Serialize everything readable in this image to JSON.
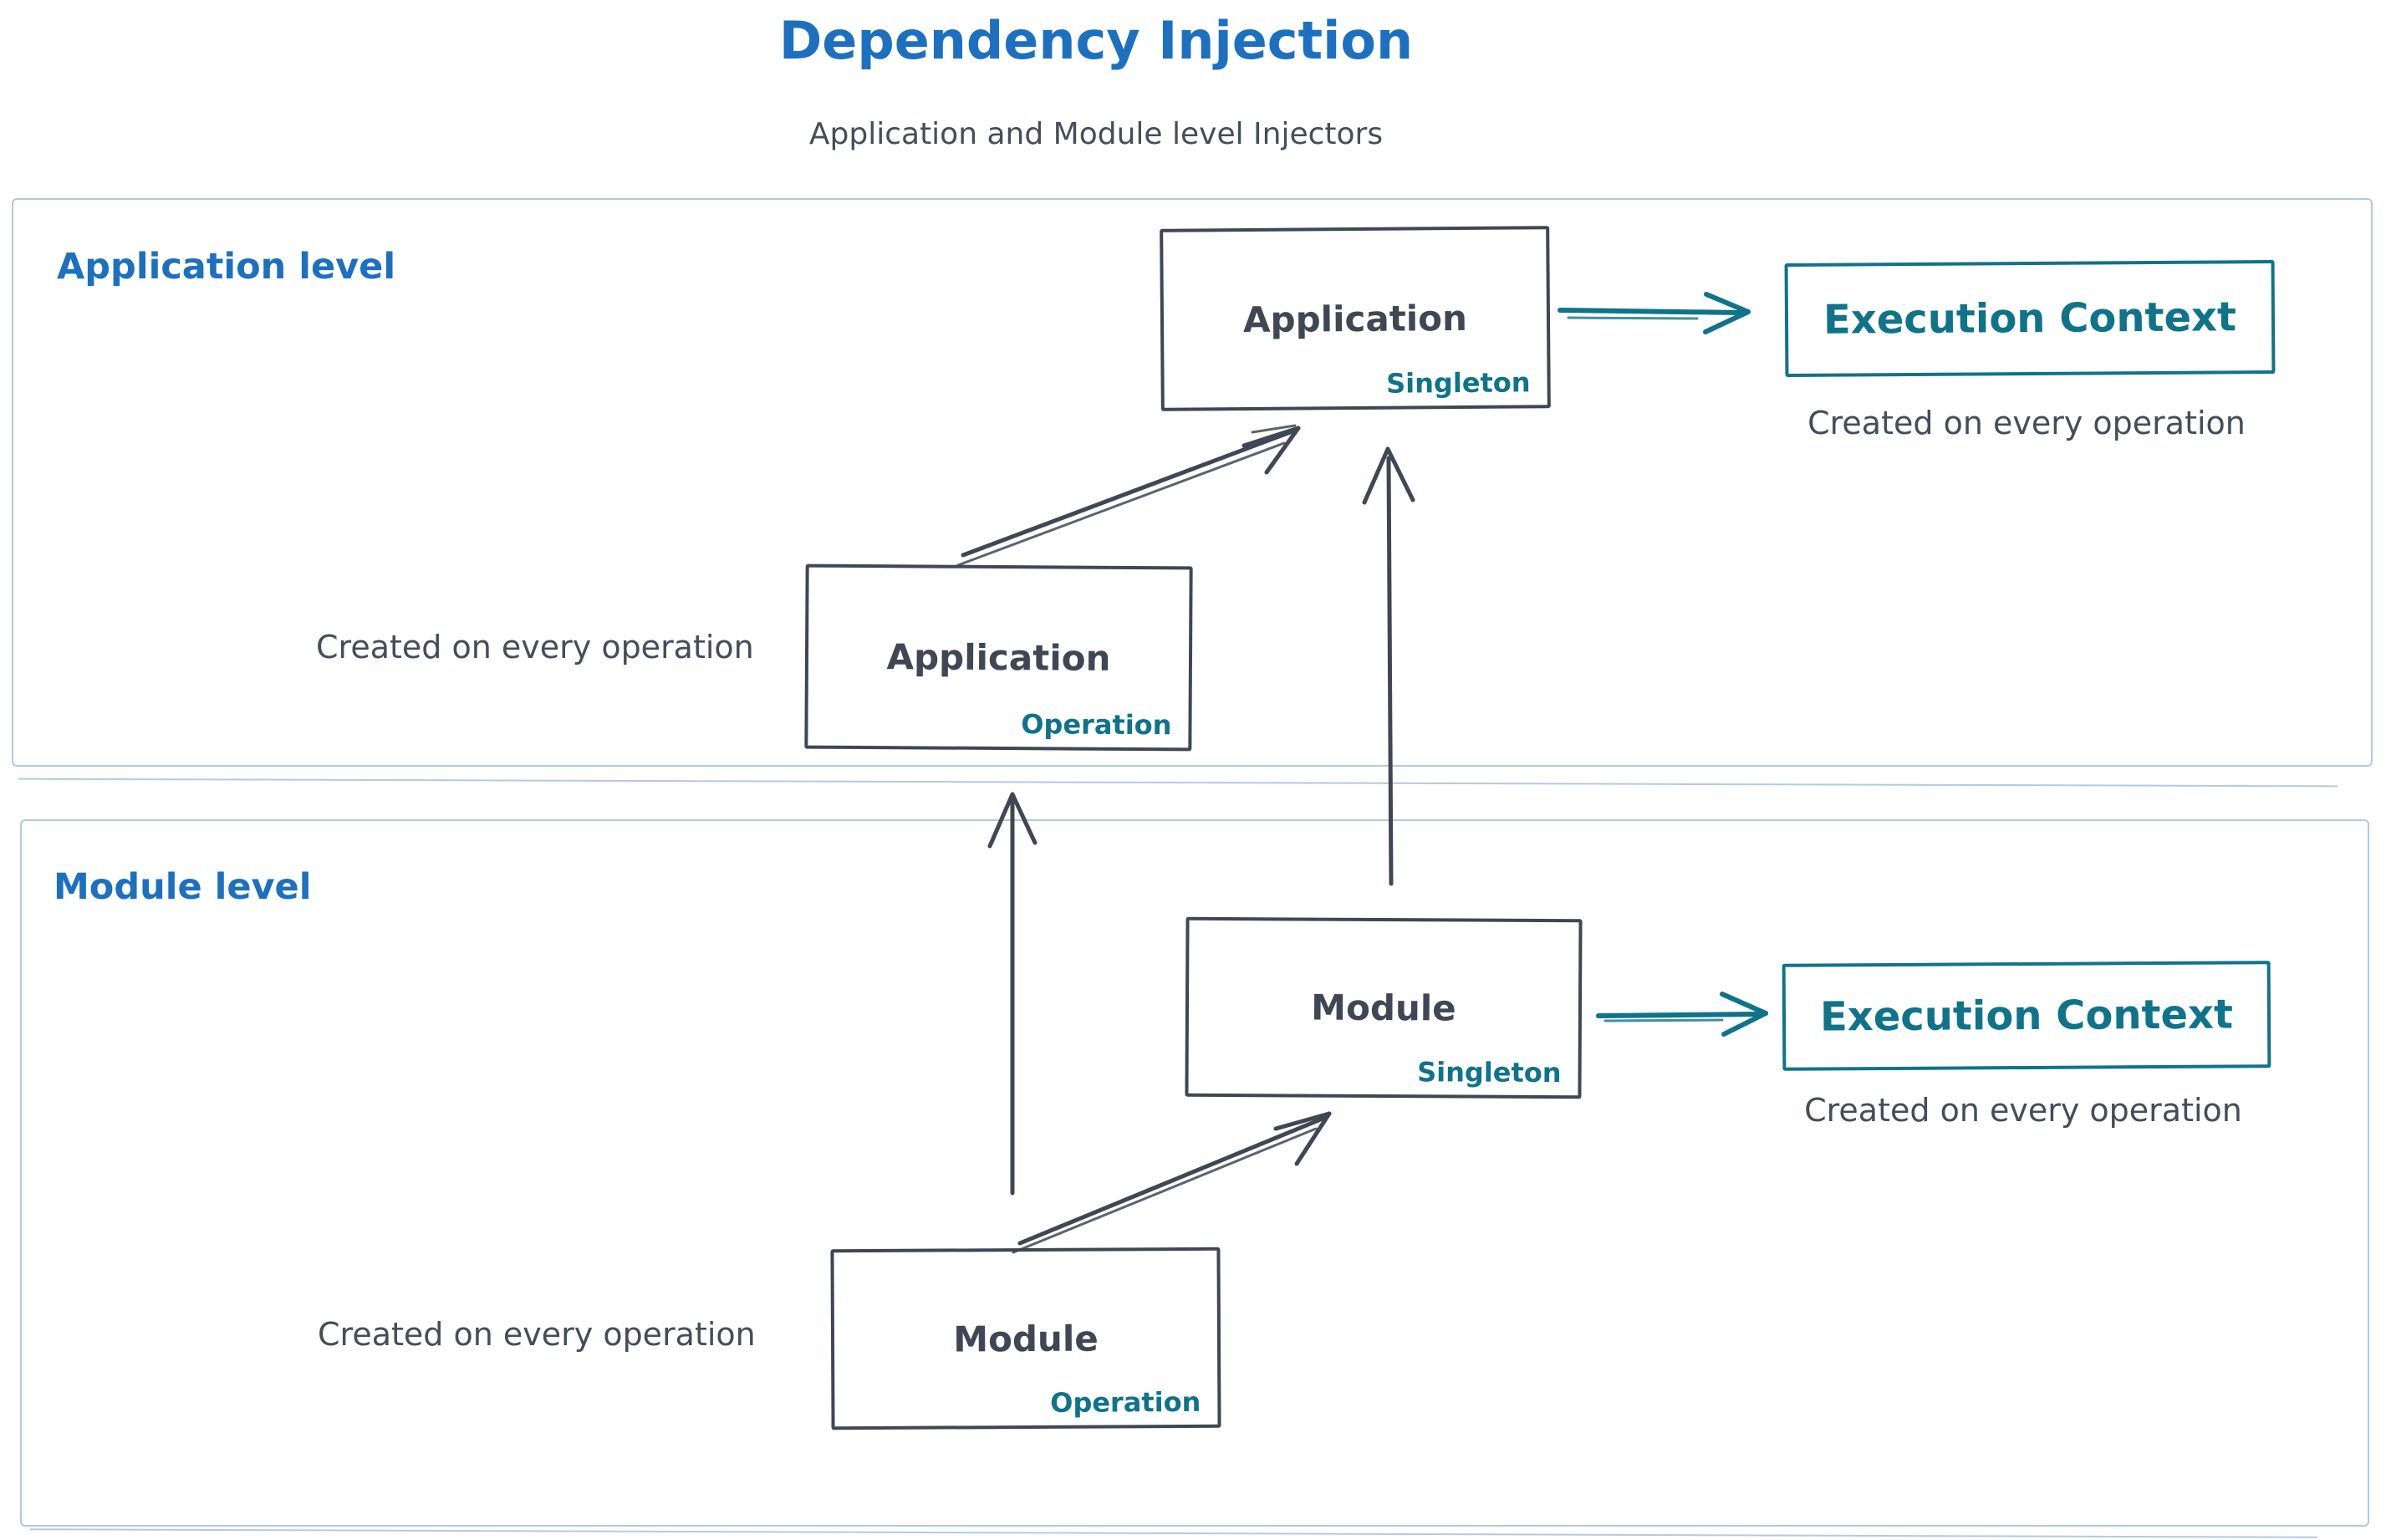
{
  "title": "Dependency Injection",
  "subtitle": "Application and Module level Injectors",
  "colors": {
    "title-blue": "#1c70bf",
    "stroke-dark": "#3f4754",
    "text-dark": "#454d59",
    "accent-teal": "#0f7389",
    "container-blue": "#b3c9e4"
  },
  "sections": [
    {
      "label": "Application level",
      "singleton_box": {
        "name": "Application",
        "scope": "Singleton"
      },
      "operation_box": {
        "name": "Application",
        "scope": "Operation"
      },
      "operation_caption": "Created on every operation",
      "execution_context": {
        "label": "Execution Context",
        "caption": "Created on every operation"
      }
    },
    {
      "label": "Module level",
      "singleton_box": {
        "name": "Module",
        "scope": "Singleton"
      },
      "operation_box": {
        "name": "Module",
        "scope": "Operation"
      },
      "operation_caption": "Created on every operation",
      "execution_context": {
        "label": "Execution Context",
        "caption": "Created on every operation"
      }
    }
  ]
}
